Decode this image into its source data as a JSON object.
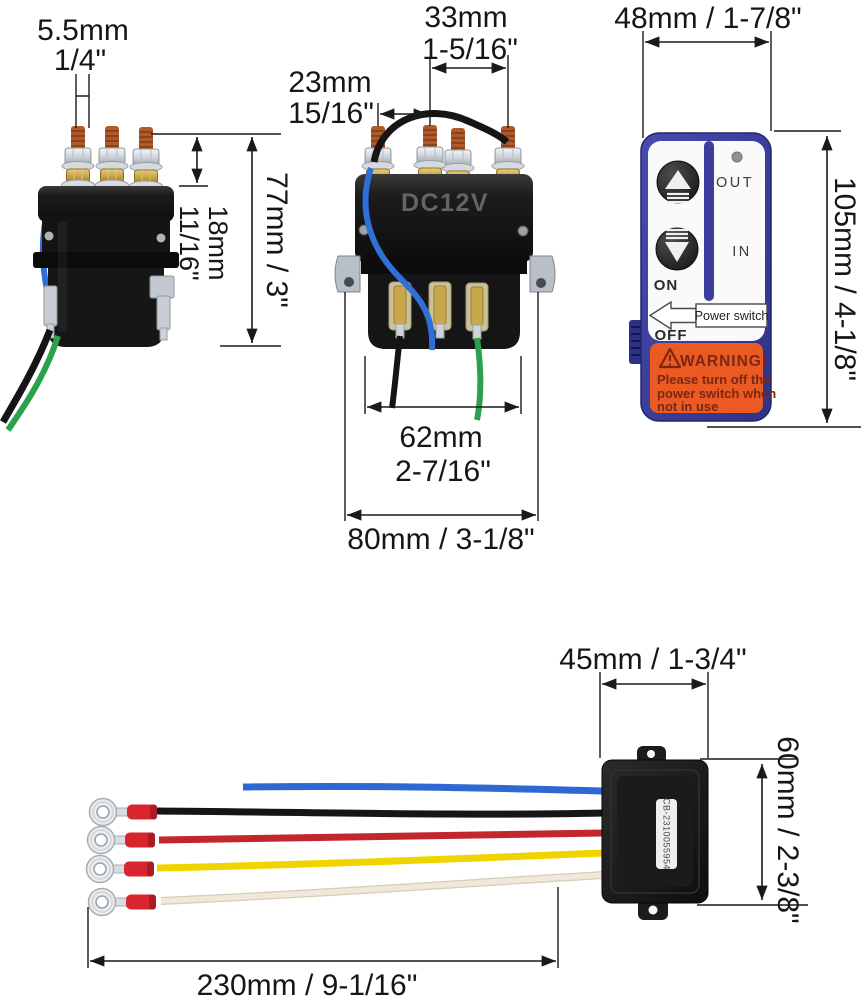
{
  "diagram": {
    "title_hint": "winch solenoid relay with wireless remote - dimension diagram",
    "solenoid": {
      "voltage_label": "DC12V"
    },
    "remote": {
      "out_label": "OUT",
      "in_label": "IN",
      "on_label": "ON",
      "off_label": "OFF",
      "power_switch_label": "Power switch",
      "warning_title": "WARNING!",
      "warning_lines": [
        "Please turn off the",
        "power switch when",
        "not in use"
      ]
    },
    "receiver": {
      "serial_label": "CB-2310055954"
    },
    "dimensions": {
      "stud_diameter_mm": "5.5mm",
      "stud_diameter_in": "1/4\"",
      "terminal_height_mm": "18mm",
      "terminal_height_in": "11/16\"",
      "solenoid_height": "77mm / 3\"",
      "stud_spacing_small_mm": "23mm",
      "stud_spacing_small_in": "15/16\"",
      "stud_spacing_large_mm": "33mm",
      "stud_spacing_large_in": "1-5/16\"",
      "body_width_mm": "62mm",
      "body_width_in": "2-7/16\"",
      "mount_width": "80mm / 3-1/8\"",
      "remote_width": "48mm / 1-7/8\"",
      "remote_height": "105mm / 4-1/8\"",
      "receiver_width": "45mm / 1-3/4\"",
      "receiver_height": "60mm / 2-3/8\"",
      "wire_length": "230mm / 9-1/16\""
    },
    "icons": {
      "up": "winch-out-up-triangle-icon",
      "down": "winch-in-down-triangle-icon",
      "warning": "warning-triangle-icon",
      "power_arrow": "power-switch-left-arrow-icon",
      "led": "signal-led-dot"
    },
    "colors": {
      "remote_blue": "#3b3f9b",
      "warning_orange": "#eb5a23",
      "warning_text": "#7b2711",
      "wire_blue": "#2e68d3",
      "wire_red": "#c1272d",
      "wire_yellow": "#f0d400",
      "wire_green": "#2aa24b",
      "wire_black": "#161616",
      "wire_white": "#ece3d1",
      "copper": "#b05a2a",
      "brass": "#c6a044"
    }
  }
}
